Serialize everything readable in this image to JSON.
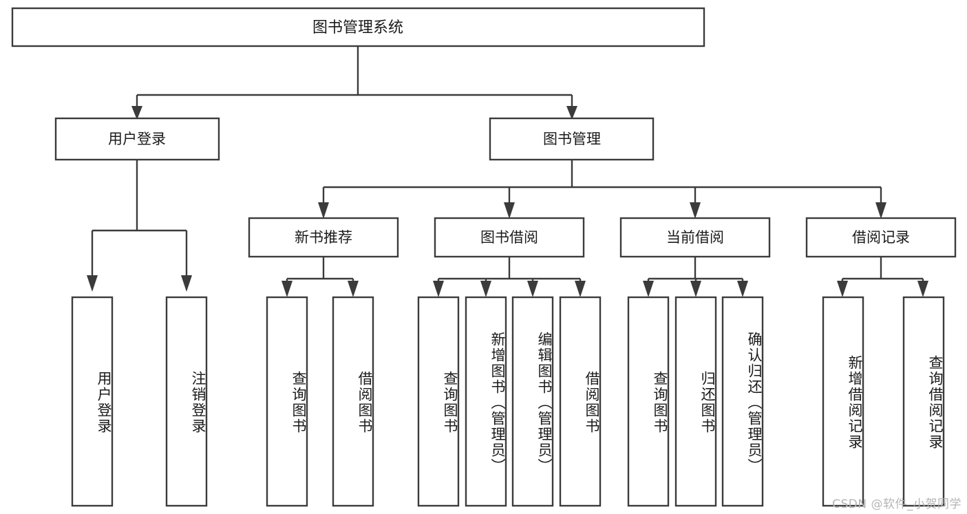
{
  "diagram": {
    "title": "图书管理系统",
    "type": "tree-hierarchy-diagram",
    "colors": {
      "box_stroke": "#3b3b3b",
      "box_fill": "#ffffff",
      "text": "#1a1a1a",
      "background": "#ffffff",
      "watermark": "#b4b4b4"
    },
    "root": {
      "label": "图书管理系统"
    },
    "level2": [
      {
        "label": "用户登录"
      },
      {
        "label": "图书管理"
      }
    ],
    "level3": [
      {
        "label": "新书推荐"
      },
      {
        "label": "图书借阅"
      },
      {
        "label": "当前借阅"
      },
      {
        "label": "借阅记录"
      }
    ],
    "leaves": {
      "user_login": [
        {
          "label": "用户登录"
        },
        {
          "label": "注销登录"
        }
      ],
      "new_book_recommend": [
        {
          "label": "查询图书"
        },
        {
          "label": "借阅图书"
        }
      ],
      "book_borrow": [
        {
          "label": "查询图书"
        },
        {
          "label": "新增图书（管理员）"
        },
        {
          "label": "编辑图书（管理员）"
        },
        {
          "label": "借阅图书"
        }
      ],
      "current_borrow": [
        {
          "label": "查询图书"
        },
        {
          "label": "归还图书"
        },
        {
          "label": "确认归还（管理员）"
        }
      ],
      "borrow_record": [
        {
          "label": "新增借阅记录"
        },
        {
          "label": "查询借阅记录"
        }
      ]
    }
  },
  "watermark": {
    "text": "CSDN @软件_小贺同学"
  }
}
